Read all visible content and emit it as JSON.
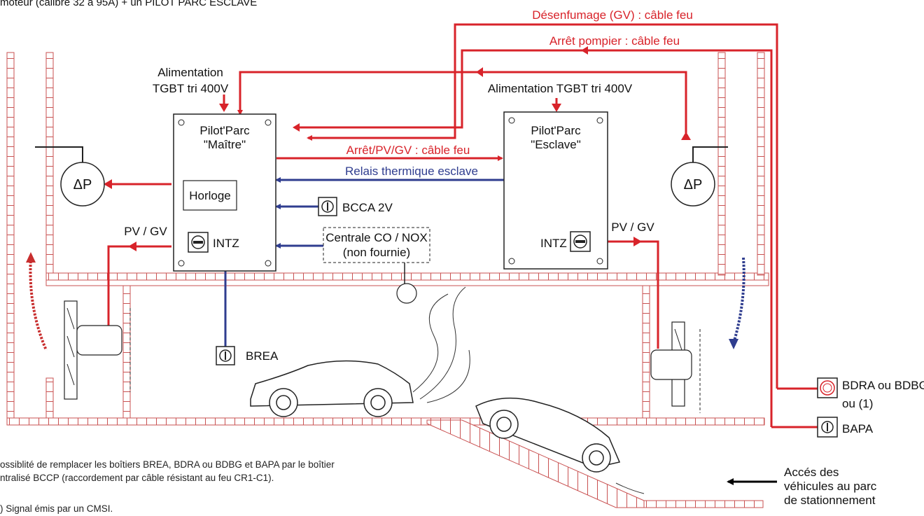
{
  "diagram": {
    "top_note": "moteur (calibre 32 à 95A) + un PILOT PARC ESCLAVE",
    "cables": {
      "desenfumage": "Désenfumage (GV) : câble feu",
      "arret_pompier": "Arrêt pompier : câble feu",
      "arret_pv_gv": "Arrêt/PV/GV : câble feu",
      "relais_thermique": "Relais thermique esclave"
    },
    "alimentation_master": [
      "Alimentation",
      "TGBT tri 400V"
    ],
    "alimentation_slave": "Alimentation TGBT tri 400V",
    "master": {
      "title": "Pilot'Parc",
      "subtitle": "\"Maître\"",
      "horloge": "Horloge",
      "intz": "INTZ"
    },
    "slave": {
      "title": "Pilot'Parc",
      "subtitle": "\"Esclave\"",
      "intz": "INTZ"
    },
    "pressure_left": "ΔP",
    "pressure_right": "ΔP",
    "pv_gv_left": "PV / GV",
    "pv_gv_right": "PV / GV",
    "bcca": "BCCA 2V",
    "centrale": [
      "Centrale CO / NOX",
      "(non fournie)"
    ],
    "brea": "BREA",
    "bdra": [
      "BDRA ou BDBG",
      "ou (1)"
    ],
    "bapa": "BAPA",
    "access": [
      "Accés des",
      "véhicules au parc",
      "de stationnement"
    ],
    "footnote_lines": [
      "ossiblité de remplacer les boîtiers BREA, BDRA ou BDBG et BAPA par le boîtier",
      "ntralisé BCCP (raccordement par câble résistant au feu CR1-C1).",
      ") Signal émis par un CMSI."
    ],
    "colors": {
      "fire_cable": "#d8232a",
      "signal_cable": "#2f3d8f",
      "wall": "#c95252"
    }
  }
}
